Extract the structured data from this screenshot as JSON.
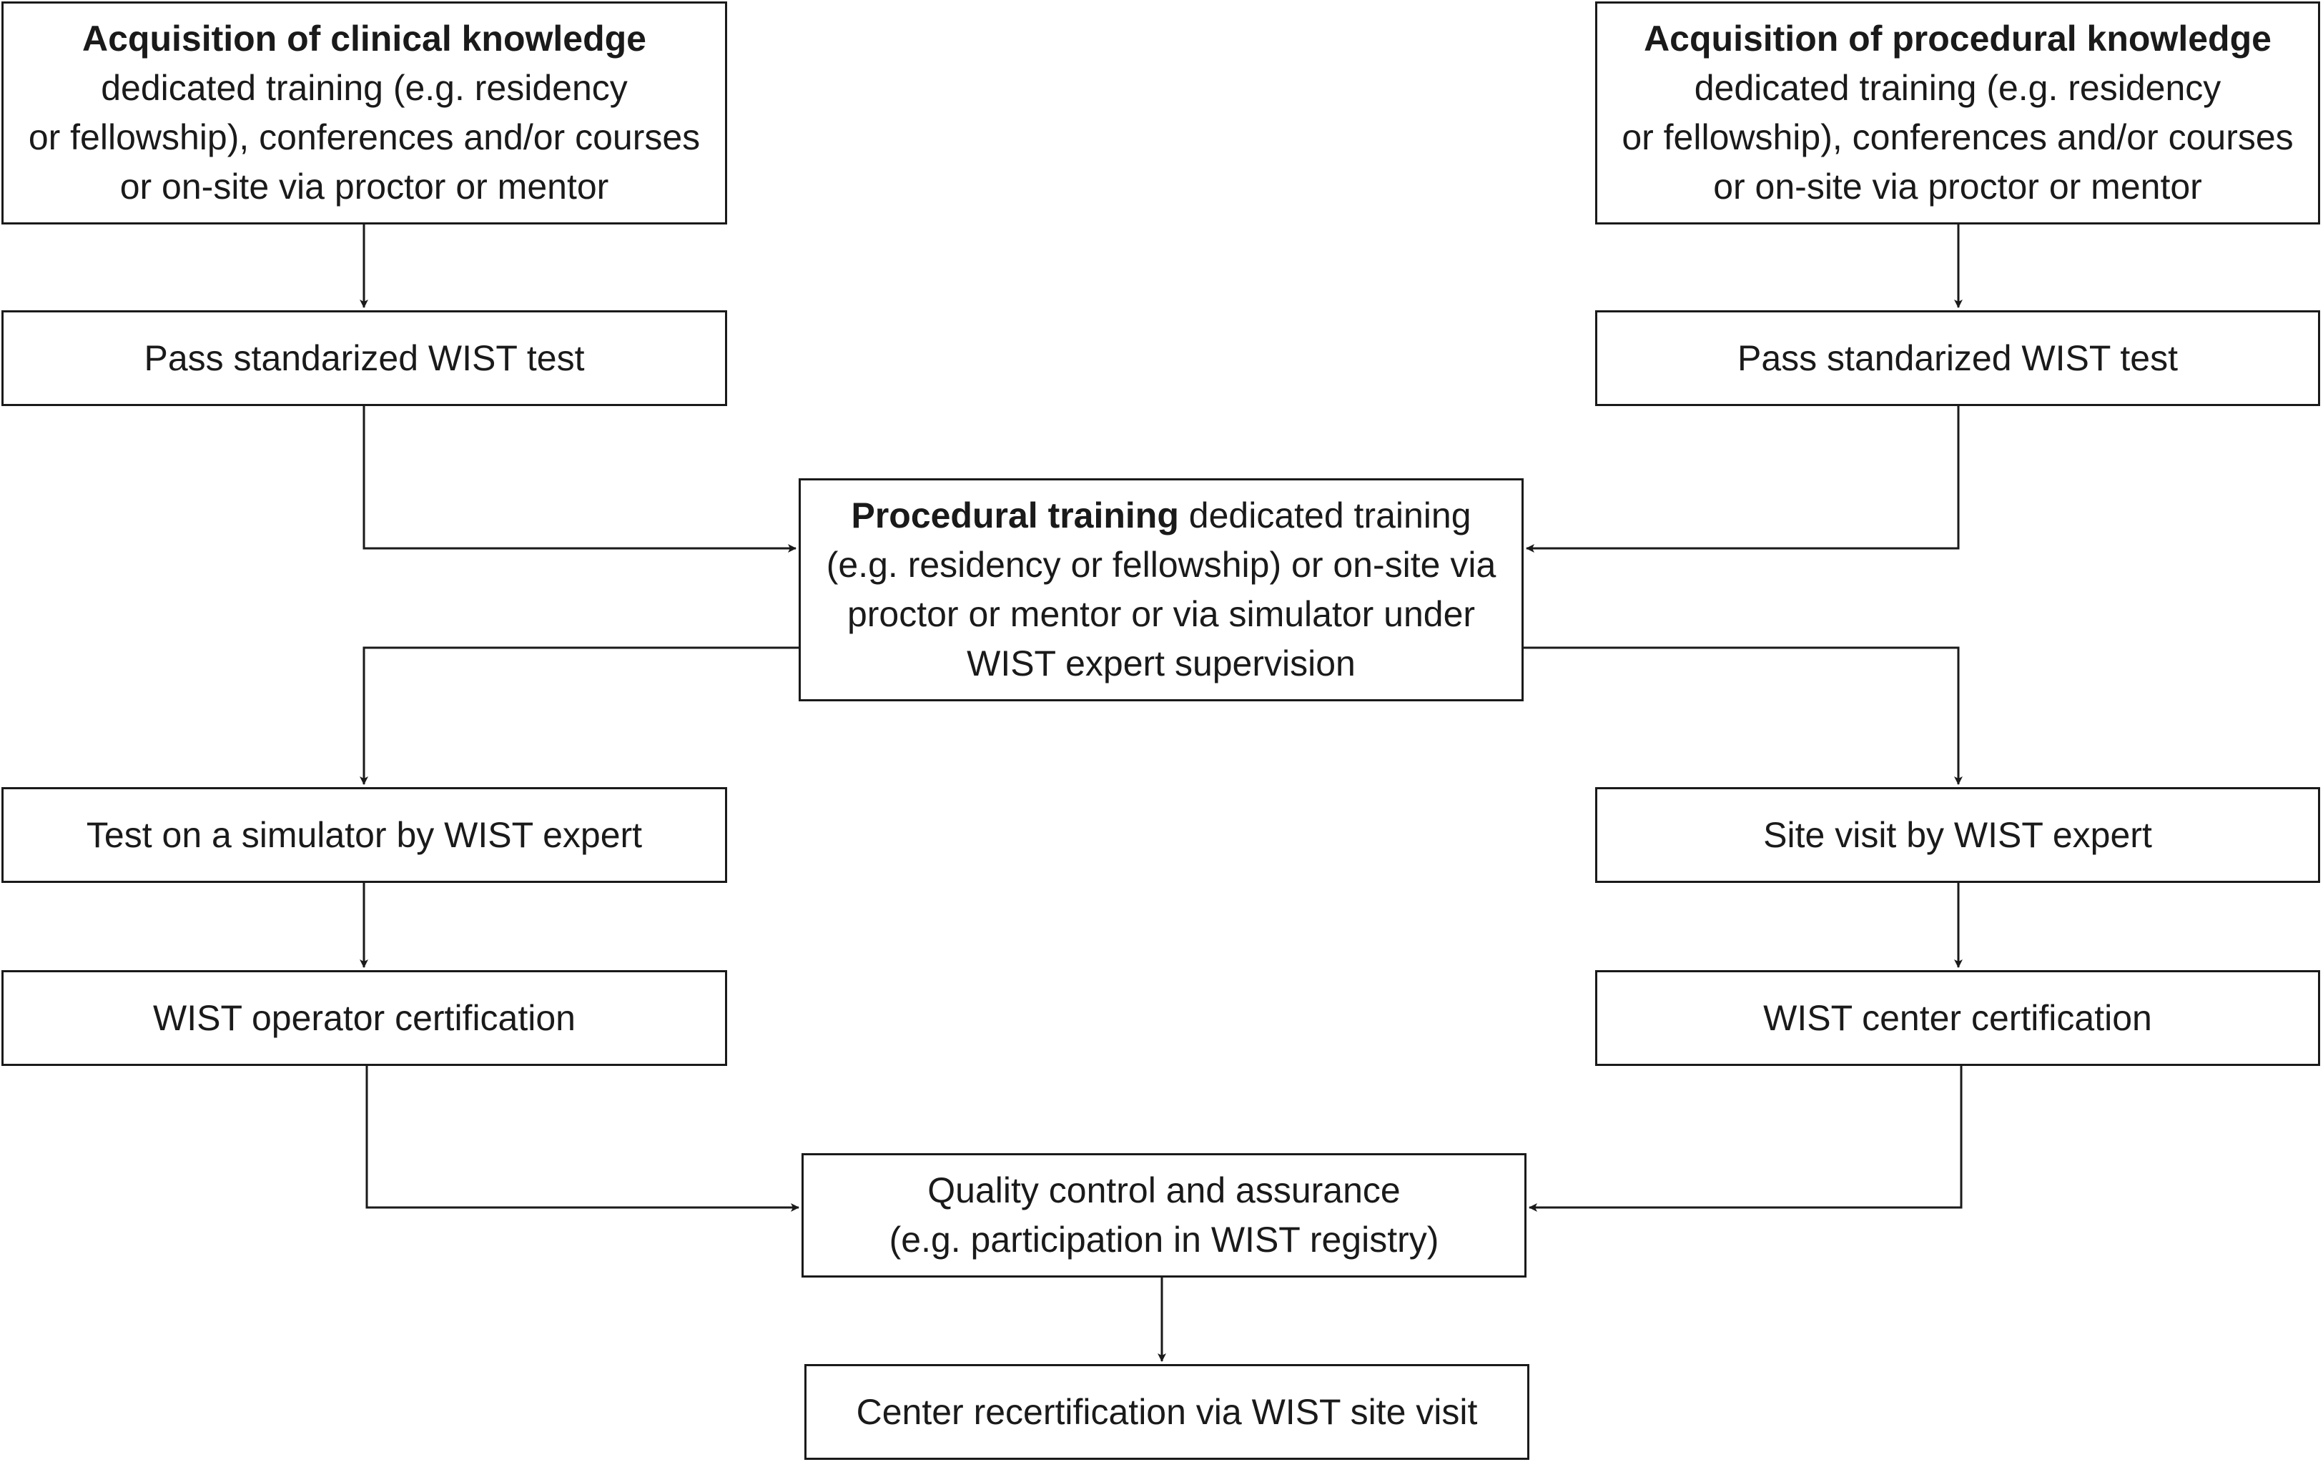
{
  "boxes": {
    "clinical": {
      "title": "Acquisition of clinical knowledge",
      "lines": [
        "dedicated training (e.g. residency",
        "or fellowship), conferences and/or courses",
        "or on-site via proctor or mentor"
      ]
    },
    "procedural": {
      "title": "Acquisition of procedural knowledge",
      "lines": [
        "dedicated training (e.g. residency",
        "or fellowship), conferences and/or courses",
        "or on-site via proctor or mentor"
      ]
    },
    "test_left": "Pass standarized WIST test",
    "test_right": "Pass standarized WIST test",
    "training": {
      "title": "Procedural training",
      "line1_rest": " dedicated training",
      "lines": [
        "(e.g. residency or fellowship) or on-site via",
        "proctor or mentor or via simulator under",
        "WIST expert supervision"
      ]
    },
    "simulator_test": "Test on a simulator by WIST expert",
    "site_visit": "Site visit by WIST expert",
    "operator_cert": "WIST operator certification",
    "center_cert": "WIST center certification",
    "quality": {
      "lines": [
        "Quality control and assurance",
        "(e.g. participation in WIST registry)"
      ]
    },
    "recert": "Center recertification via WIST site visit"
  }
}
